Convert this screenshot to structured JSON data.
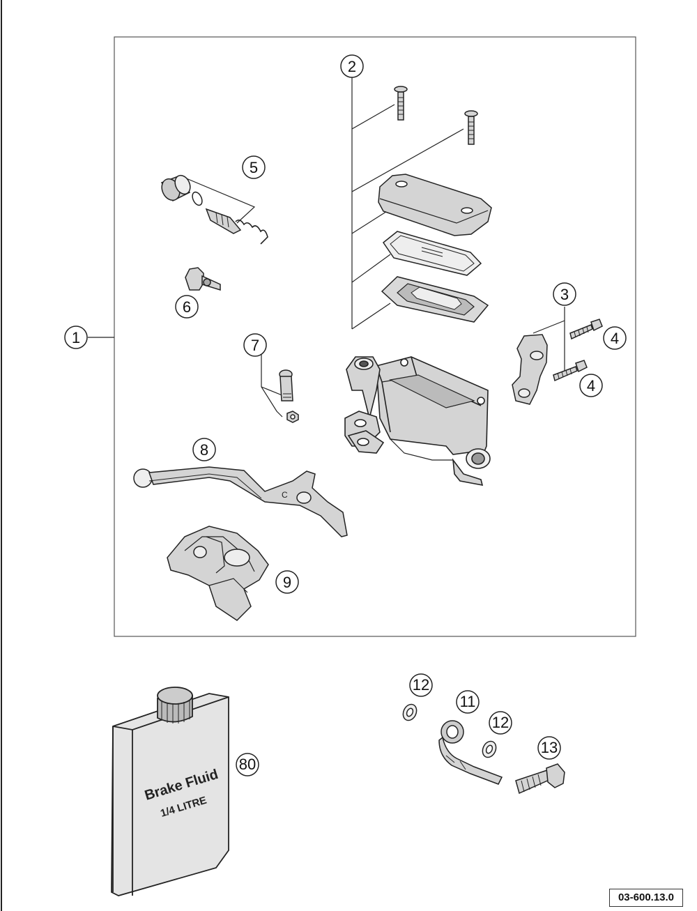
{
  "diagram_ref": "03-600.13.0",
  "callouts": {
    "c1": "1",
    "c2": "2",
    "c3": "3",
    "c4a": "4",
    "c4b": "4",
    "c5": "5",
    "c6": "6",
    "c7": "7",
    "c8": "8",
    "c9": "9",
    "c11": "11",
    "c12a": "12",
    "c12b": "12",
    "c13": "13",
    "c80": "80"
  },
  "bottle": {
    "line1": "Brake Fluid",
    "line2": "1/4 LITRE"
  },
  "colors": {
    "line": "#222222",
    "part_fill": "#d4d4d4",
    "part_light": "#eeeeee",
    "frame": "#555555"
  }
}
